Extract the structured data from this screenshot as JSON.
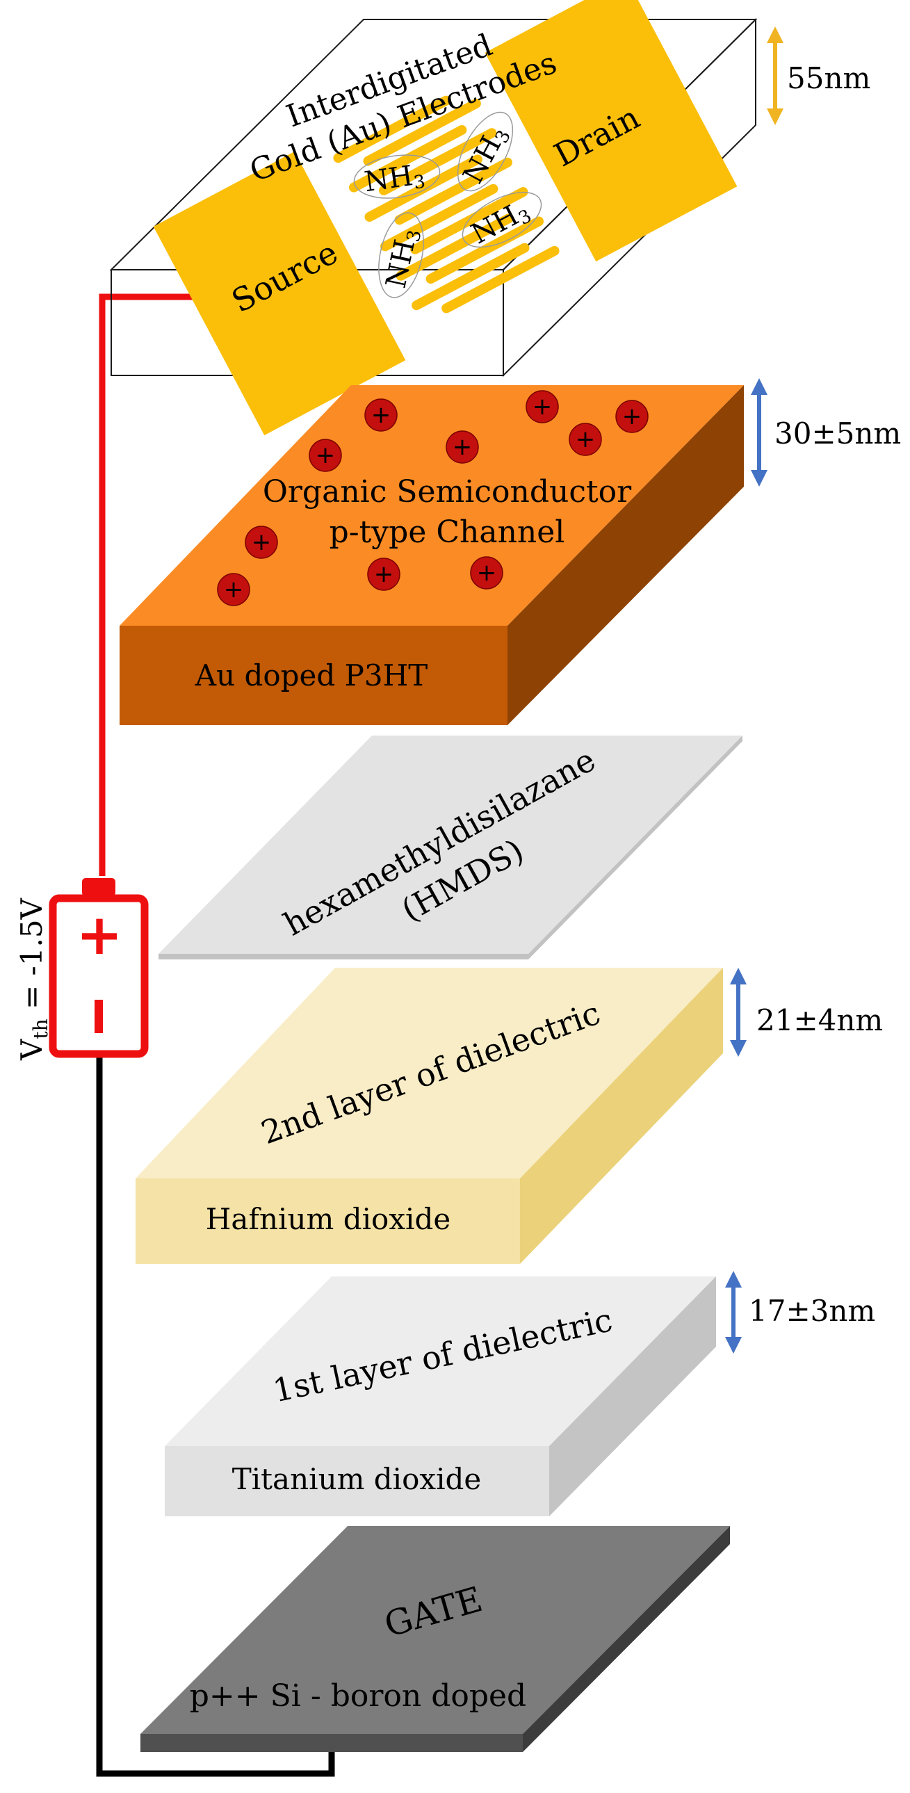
{
  "colors": {
    "electrode": "#FBBF0A",
    "wire_positive": "#EE1010",
    "wire_negative": "#000000",
    "hole": "#C40F0F",
    "osc_top": "#FB8B24",
    "osc_front": "#C25A06",
    "osc_side": "#8E4304",
    "hmds_top": "#E3E3E3",
    "hmds_edge": "#C2C2C2",
    "hfo2_top": "#F9EDC7",
    "hfo2_front": "#F5E2A6",
    "hfo2_side": "#EBD27A",
    "tio2_top": "#EDEDED",
    "tio2_front": "#E1E1E1",
    "tio2_side": "#C4C4C4",
    "gate_top": "#7C7C7C",
    "gate_front": "#505050",
    "gate_side": "#3C3C3C",
    "arrow_blue": "#4472C4",
    "arrow_orange": "#F0B422"
  },
  "electrodes": {
    "title_line1": "Interdigitated",
    "title_line2": "Gold (Au) Electrodes",
    "source_label": "Source",
    "drain_label": "Drain",
    "analyte_base": "NH",
    "analyte_sub": "3",
    "thickness": "55nm"
  },
  "channel": {
    "line1": "Organic Semiconductor",
    "line2": "p-type Channel",
    "material": "Au doped P3HT",
    "thickness": "30±5nm",
    "hole_symbol": "+"
  },
  "hmds": {
    "line1": "hexamethyldisilazane",
    "line2": "(HMDS)"
  },
  "dielectric2": {
    "line1": "2nd layer of dielectric",
    "material": "Hafnium dioxide",
    "thickness": "21±4nm"
  },
  "dielectric1": {
    "line1": "1st layer of dielectric",
    "material": "Titanium dioxide",
    "thickness": "17±3nm"
  },
  "gate": {
    "line1": "GATE",
    "material": "p++ Si - boron doped"
  },
  "battery": {
    "plus": "+",
    "minus": "-",
    "vth_prefix": "V",
    "vth_sub": "th",
    "vth_value": " = -1.5V"
  }
}
